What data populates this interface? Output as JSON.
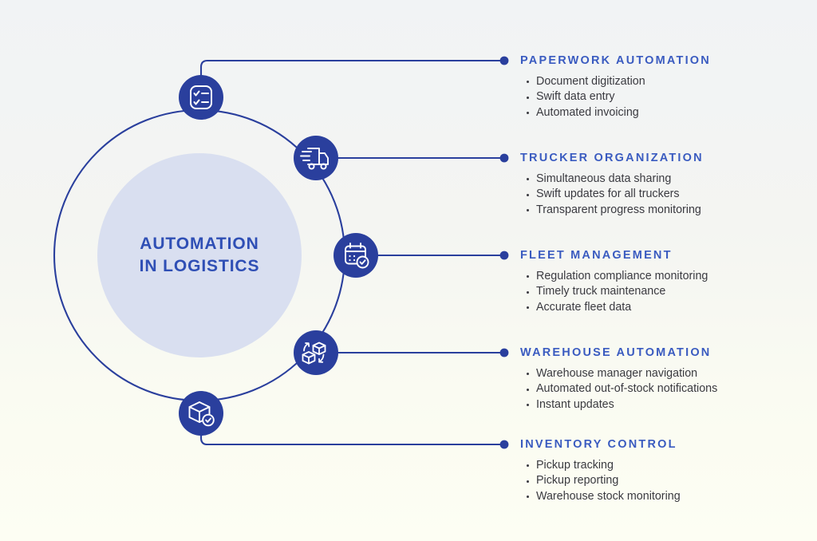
{
  "center": {
    "title_line1": "AUTOMATION",
    "title_line2": "IN LOGISTICS"
  },
  "colors": {
    "deep_blue": "#2A3F9D",
    "heading_blue": "#3A5BC0",
    "center_text_blue": "#2F4FB5",
    "inner_disc": "#D9DFF0",
    "body_text": "#3A3A40",
    "background_top": "#F1F3F5",
    "background_bottom": "#FDFEF3"
  },
  "sections": [
    {
      "icon": "checklist-icon",
      "heading": "PAPERWORK AUTOMATION",
      "items": [
        "Document digitization",
        "Swift data entry",
        "Automated invoicing"
      ]
    },
    {
      "icon": "delivery-truck-icon",
      "heading": "TRUCKER ORGANIZATION",
      "items": [
        "Simultaneous data sharing",
        "Swift updates for all truckers",
        "Transparent progress monitoring"
      ]
    },
    {
      "icon": "calendar-check-icon",
      "heading": "FLEET MANAGEMENT",
      "items": [
        "Regulation compliance monitoring",
        "Timely truck maintenance",
        "Accurate fleet data"
      ]
    },
    {
      "icon": "boxes-cycle-icon",
      "heading": "WAREHOUSE AUTOMATION",
      "items": [
        "Warehouse manager navigation",
        "Automated out-of-stock notifications",
        "Instant updates"
      ]
    },
    {
      "icon": "box-check-icon",
      "heading": "INVENTORY CONTROL",
      "items": [
        "Pickup tracking",
        "Pickup reporting",
        "Warehouse stock monitoring"
      ]
    }
  ]
}
